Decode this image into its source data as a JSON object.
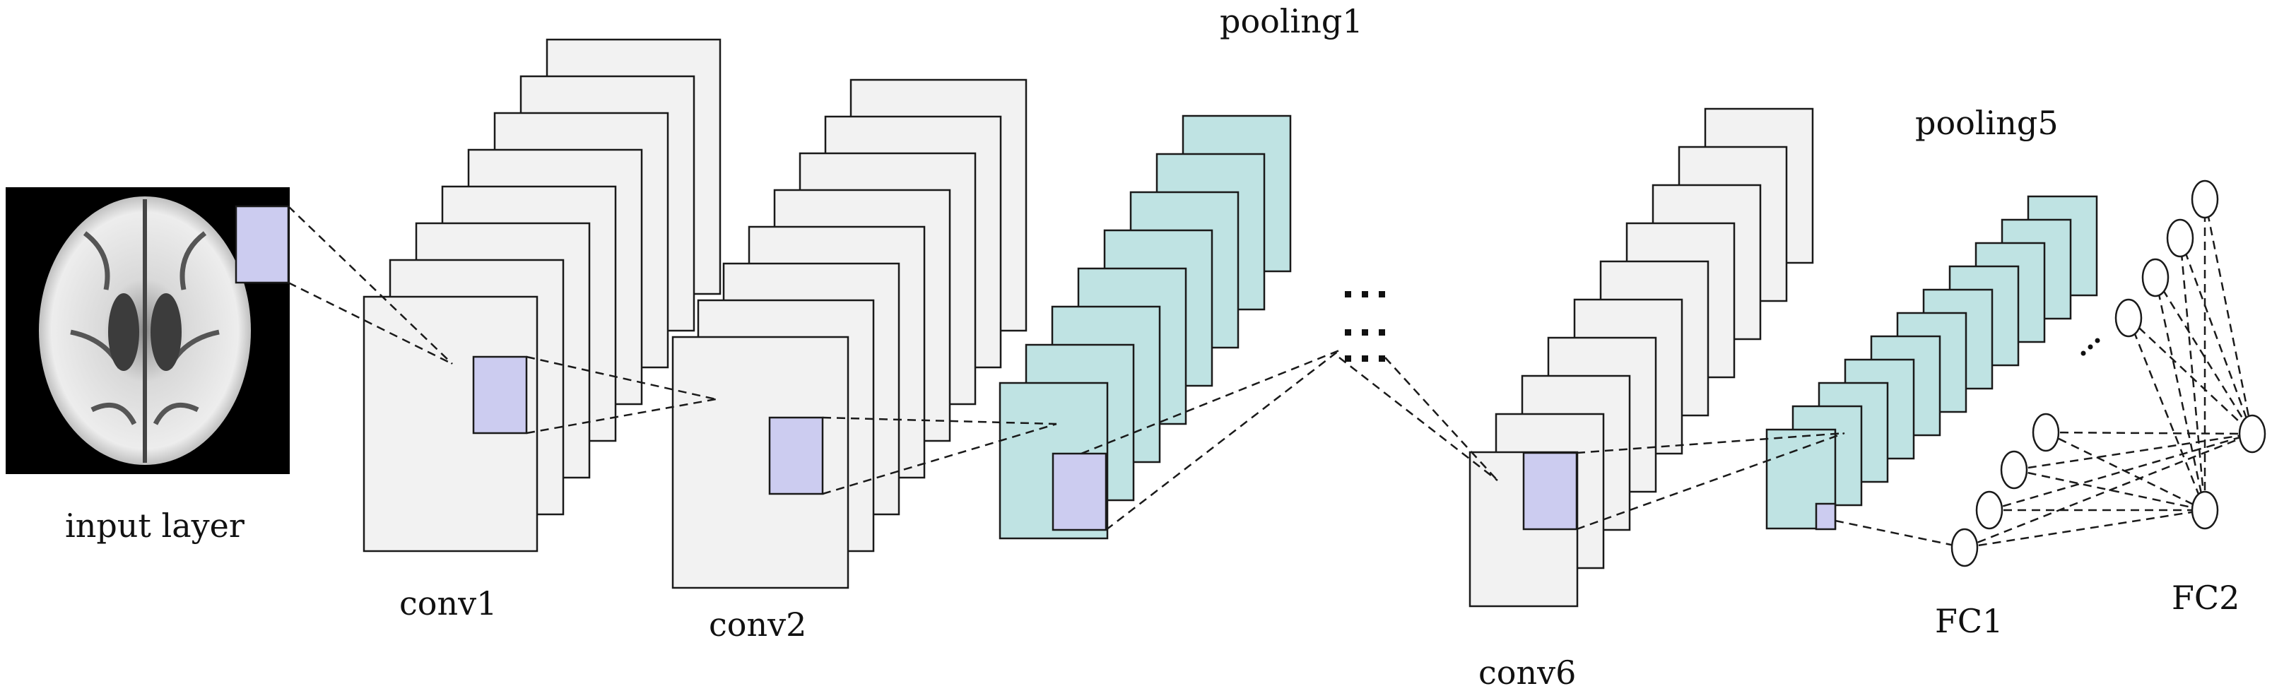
{
  "labels": {
    "input": "input layer",
    "conv1": "conv1",
    "conv2": "conv2",
    "pooling1": "pooling1",
    "conv6": "conv6",
    "pooling5": "pooling5",
    "fc1": "FC1",
    "fc2": "FC2"
  },
  "layers": [
    {
      "id": "conv1",
      "maps": 8,
      "kind": "conv"
    },
    {
      "id": "conv2",
      "maps": 8,
      "kind": "conv"
    },
    {
      "id": "pooling1",
      "maps": 8,
      "kind": "pool"
    },
    {
      "id": "conv6",
      "maps": 10,
      "kind": "conv"
    },
    {
      "id": "pooling5",
      "maps": 11,
      "kind": "pool"
    }
  ],
  "ellipsis": "...",
  "colors": {
    "conv_fill": "#f2f2f2",
    "pool_fill": "#bfe3e3",
    "kernel_fill": "#ccccf0",
    "stroke": "#1a1a1a",
    "input_bg": "#000000",
    "brain_outer": "#b8b8b8",
    "brain_inner": "#e6e6e6"
  },
  "icons": {
    "input_image": "brain-mri-icon"
  }
}
